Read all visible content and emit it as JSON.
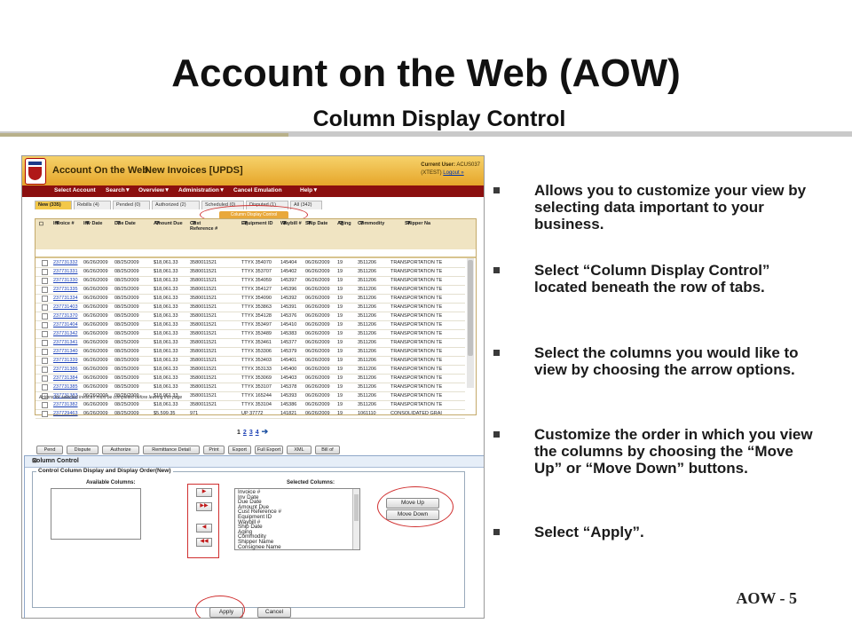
{
  "slide": {
    "title": "Account on the Web (AOW)",
    "subtitle": "Column Display Control",
    "footer": "AOW - 5"
  },
  "bullets": [
    "Allows you to customize your view by selecting data important to your business.",
    "Select “Column Display Control” located beneath the row of tabs.",
    "Select the columns you would like to view by choosing the arrow options.",
    "Customize the order in which you view the columns by choosing the “Move Up” or “Move Down” buttons.",
    "Select “Apply”."
  ],
  "app": {
    "name": "Account On the Web",
    "page": "New Invoices [UPDS]",
    "current_user_label": "Current User:",
    "current_user": "ACUS037",
    "user_detail": "(XTEST)",
    "logout": "Logout »",
    "menu": [
      "Select Account",
      "Search▼",
      "Overview▼",
      "Administration▼",
      "Cancel Emulation",
      "Help▼"
    ],
    "tabs": [
      "New (335)",
      "Rebills (4)",
      "Pended (0)",
      "Authorized (2)",
      "Scheduled (0)",
      "Disputed (1)",
      "All (342)"
    ],
    "column_display_control": "Column Display Control",
    "columns": [
      "Invoice #",
      "Inv Date",
      "Due Date",
      "Amount Due",
      "Cust Reference #",
      "Equipment ID",
      "Waybill #",
      "Ship Date",
      "Aging",
      "Commodity",
      "Shipper Na"
    ],
    "rows": [
      [
        "237731332",
        "06/26/2009",
        "08/25/2009",
        "$18,061.33",
        "3580011521",
        "TTYX 354070",
        "145404",
        "06/26/2009",
        "19",
        "3511206",
        "TRANSPORTATION TE"
      ],
      [
        "237731331",
        "06/26/2009",
        "08/25/2009",
        "$18,061.33",
        "3580011521",
        "TTYX 353707",
        "145402",
        "06/26/2009",
        "19",
        "3511206",
        "TRANSPORTATION TE"
      ],
      [
        "237731330",
        "06/26/2009",
        "08/25/2009",
        "$18,061.33",
        "3580011521",
        "TTYX 354059",
        "145397",
        "06/26/2009",
        "19",
        "3511206",
        "TRANSPORTATION TE"
      ],
      [
        "237731335",
        "06/26/2009",
        "08/25/2009",
        "$18,061.33",
        "3580011521",
        "TTYX 354127",
        "145396",
        "06/26/2009",
        "19",
        "3511206",
        "TRANSPORTATION TE"
      ],
      [
        "237731334",
        "06/26/2009",
        "08/25/2009",
        "$18,061.33",
        "3580011521",
        "TTYX 354090",
        "145392",
        "06/26/2009",
        "19",
        "3511206",
        "TRANSPORTATION TE"
      ],
      [
        "237731403",
        "06/26/2009",
        "08/25/2009",
        "$18,061.33",
        "3580011521",
        "TTYX 353863",
        "145391",
        "06/26/2009",
        "19",
        "3511206",
        "TRANSPORTATION TE"
      ],
      [
        "237731370",
        "06/26/2009",
        "08/25/2009",
        "$18,061.33",
        "3580011521",
        "TTYX 354128",
        "145376",
        "06/26/2009",
        "19",
        "3511206",
        "TRANSPORTATION TE"
      ],
      [
        "237731404",
        "06/26/2009",
        "08/25/2009",
        "$18,061.33",
        "3580011521",
        "TTYX 353497",
        "145410",
        "06/26/2009",
        "19",
        "3511206",
        "TRANSPORTATION TE"
      ],
      [
        "237731342",
        "06/26/2009",
        "08/25/2009",
        "$18,061.33",
        "3580011521",
        "TTYX 353489",
        "145383",
        "06/26/2009",
        "19",
        "3511206",
        "TRANSPORTATION TE"
      ],
      [
        "237731341",
        "06/26/2009",
        "08/25/2009",
        "$18,061.33",
        "3580011521",
        "TTYX 353461",
        "145377",
        "06/26/2009",
        "19",
        "3511206",
        "TRANSPORTATION TE"
      ],
      [
        "237731340",
        "06/26/2009",
        "08/25/2009",
        "$18,061.33",
        "3580011521",
        "TTYX 353306",
        "145379",
        "06/26/2009",
        "19",
        "3511206",
        "TRANSPORTATION TE"
      ],
      [
        "237731339",
        "06/26/2009",
        "08/25/2009",
        "$18,061.33",
        "3580011521",
        "TTYX 353403",
        "145401",
        "06/26/2009",
        "19",
        "3511206",
        "TRANSPORTATION TE"
      ],
      [
        "237731386",
        "06/26/2009",
        "08/25/2009",
        "$18,061.33",
        "3580011521",
        "TTYX 353133",
        "145400",
        "06/26/2009",
        "19",
        "3511206",
        "TRANSPORTATION TE"
      ],
      [
        "237731384",
        "06/26/2009",
        "08/25/2009",
        "$18,061.33",
        "3580011521",
        "TTYX 353069",
        "145403",
        "06/26/2009",
        "19",
        "3511206",
        "TRANSPORTATION TE"
      ],
      [
        "237731385",
        "06/26/2009",
        "08/25/2009",
        "$18,061.33",
        "3580011521",
        "TTYX 353107",
        "145378",
        "06/26/2009",
        "19",
        "3511206",
        "TRANSPORTATION TE"
      ],
      [
        "237731383",
        "06/26/2009",
        "08/25/2009",
        "$18,061.33",
        "3580011521",
        "TTYX 165244",
        "145393",
        "06/26/2009",
        "19",
        "3511206",
        "TRANSPORTATION TE"
      ],
      [
        "237731382",
        "06/26/2009",
        "08/25/2009",
        "$18,061.33",
        "3580011521",
        "TTYX 353104",
        "145386",
        "06/26/2009",
        "19",
        "3511206",
        "TRANSPORTATION TE"
      ],
      [
        "237729463",
        "06/26/2009",
        "08/25/2009",
        "$5,599.35",
        "971",
        "UP 37772",
        "141821",
        "06/26/2009",
        "19",
        "1061110",
        "CONSOLIDATED GRAI"
      ]
    ],
    "note": "Actions for selected invoices must be completed before leaving this page",
    "pages": [
      "1",
      "2",
      "3",
      "4"
    ],
    "action_buttons": [
      "Pend",
      "Dispute",
      "Authorize",
      "Remittance Detail",
      "Print",
      "Export",
      "Full Export",
      "XML",
      "Bill of Lading"
    ]
  },
  "dialog": {
    "title": "Column Control",
    "legend": "Control Column Display and Display Order(New)",
    "available_label": "Available Columns:",
    "selected_label": "Selected Columns:",
    "selected_columns": [
      "Invoice #",
      "Inv Date",
      "Due Date",
      "Amount Due",
      "Cust Reference #",
      "Equipment ID",
      "Waybill #",
      "Ship Date",
      "Aging",
      "Commodity",
      "Shipper Name",
      "Consignee Name"
    ],
    "move_up": "Move Up",
    "move_down": "Move Down",
    "apply": "Apply",
    "cancel": "Cancel"
  }
}
